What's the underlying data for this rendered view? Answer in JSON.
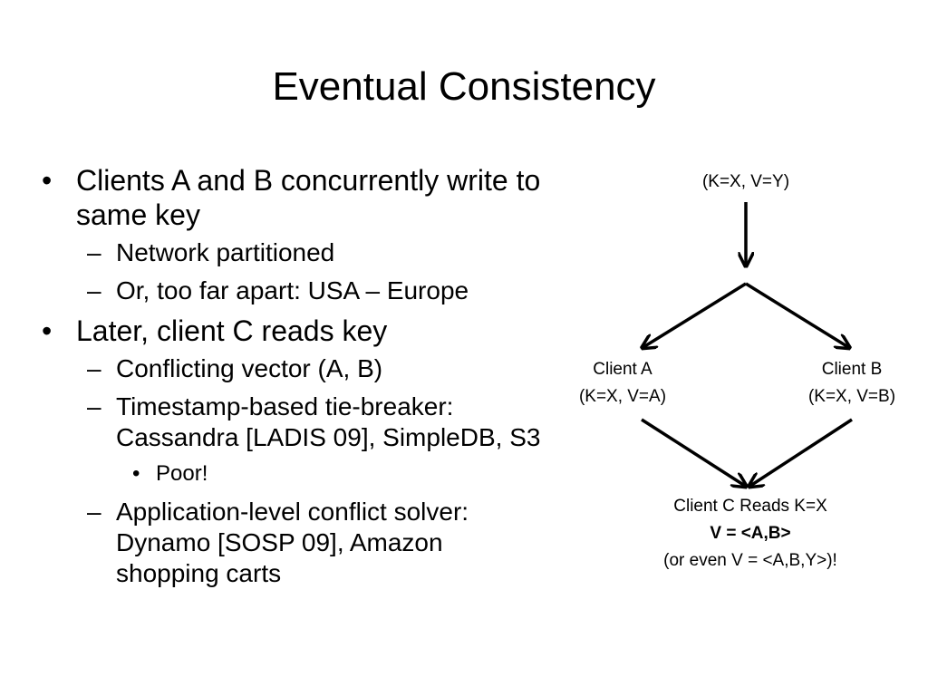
{
  "slide": {
    "title": "Eventual Consistency",
    "bullets": [
      {
        "text": "Clients A and B concurrently write to same key",
        "children": [
          {
            "text": "Network partitioned"
          },
          {
            "text": "Or, too far apart: USA – Europe"
          }
        ]
      },
      {
        "text": "Later, client C reads key",
        "children": [
          {
            "text": "Conflicting vector (A, B)"
          },
          {
            "text": "Timestamp-based tie-breaker: Cassandra [LADIS 09], SimpleDB, S3",
            "children": [
              {
                "text": "Poor!"
              }
            ]
          },
          {
            "text": "Application-level conflict solver: Dynamo [SOSP 09], Amazon shopping carts"
          }
        ]
      }
    ],
    "markers": {
      "l1": "•",
      "l2": "–",
      "l3": "•"
    }
  },
  "diagram": {
    "initial": "(K=X, V=Y)",
    "client_a": {
      "name": "Client A",
      "value": "(K=X, V=A)"
    },
    "client_b": {
      "name": "Client B",
      "value": "(K=X, V=B)"
    },
    "client_c": {
      "line1": "Client C Reads K=X",
      "line2": "V = <A,B>",
      "line3": "(or even V = <A,B,Y>)!"
    }
  }
}
